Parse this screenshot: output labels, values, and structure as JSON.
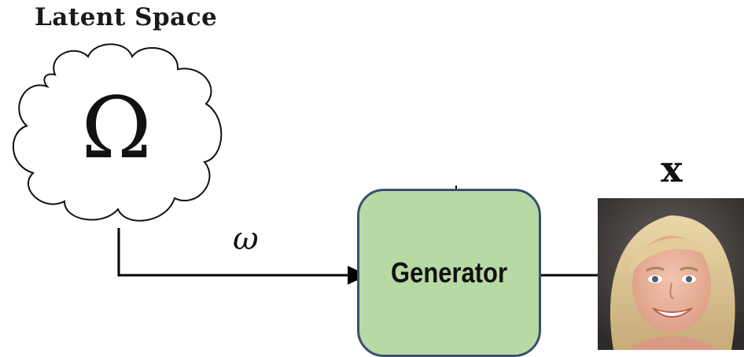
{
  "diagram": {
    "title": "Latent Space",
    "cloud_symbol": "Ω",
    "edge_label": "ω",
    "generator_label": "Generator",
    "output_label": "x",
    "face_image_icon": "face-photo-icon",
    "colors": {
      "generator_fill": "#b7d9a4",
      "generator_border": "#3c4d71",
      "arrows": "#000000"
    }
  }
}
